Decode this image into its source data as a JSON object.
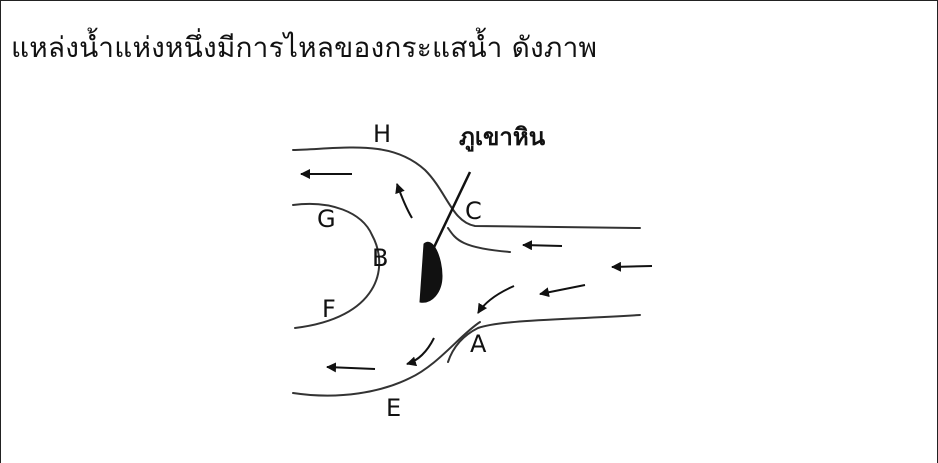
{
  "question": {
    "text": "แหล่งน้ำแห่งหนึ่งมีการไหลของกระแสน้ำ ดังภาพ"
  },
  "diagram": {
    "rock_label": "ภูเขาหิน",
    "point_labels": {
      "H": "H",
      "C": "C",
      "G": "G",
      "B": "B",
      "F": "F",
      "A": "A",
      "E": "E"
    }
  }
}
